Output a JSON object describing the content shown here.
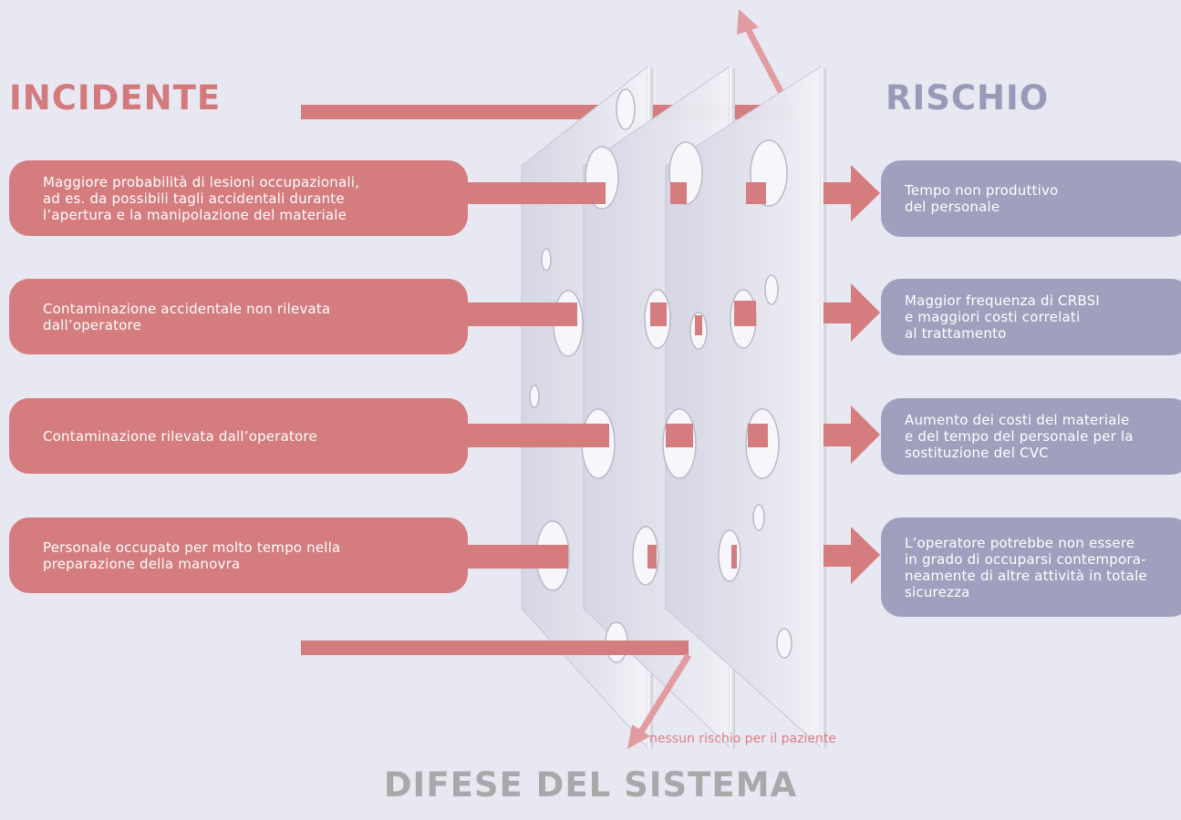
{
  "headings": {
    "incidente": "INCIDENTE",
    "rischio": "RISCHIO",
    "difese": "DIFESE DEL SISTEMA"
  },
  "incidents": [
    {
      "text": "Maggiore probabilità di lesioni occupazionali,\nad es. da possibili tagli accidentali durante\nl’apertura e la manipolazione del materiale"
    },
    {
      "text": "Contaminazione accidentale non rilevata\ndall’operatore"
    },
    {
      "text": "Contaminazione rilevata dall’operatore"
    },
    {
      "text": "Personale occupato per molto tempo nella\npreparazione della manovra"
    }
  ],
  "risks": [
    {
      "text": "Tempo non produttivo\ndel personale"
    },
    {
      "text": "Maggior frequenza di CRBSI\ne maggiori costi correlati\nal trattamento"
    },
    {
      "text": "Aumento dei costi del materiale\ne del tempo del personale per la\nsostituzione del CVC"
    },
    {
      "text": "L’operatore potrebbe non essere\nin grado di occuparsi contempora-\nneamente di altre attività in totale\nsicurezza"
    }
  ],
  "caption": "nessun rischio per il paziente",
  "colors": {
    "background": "#e8e8f3",
    "incident": "#d47c7e",
    "risk": "#9fa0be",
    "plate": "#dcdce8",
    "caption": "#dd7f86"
  }
}
